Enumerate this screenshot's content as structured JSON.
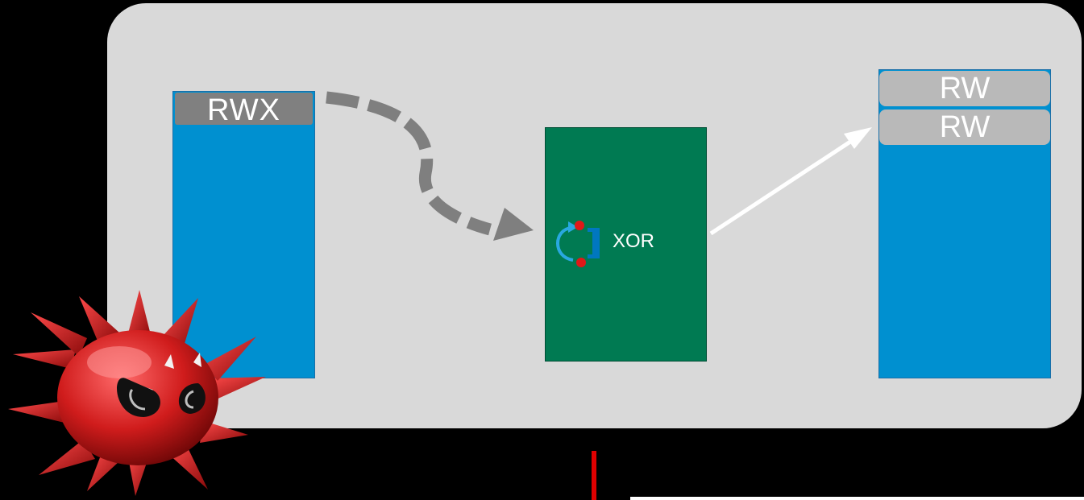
{
  "diagram": {
    "source_block": {
      "permission": "RWX"
    },
    "transform": {
      "label": "XOR",
      "icon": "xor-cycle-icon"
    },
    "target_block": {
      "permissions": [
        "RW",
        "RW"
      ]
    },
    "malware": {
      "icon": "malware-virus-icon"
    }
  },
  "colors": {
    "background": "#000000",
    "panel": "#d9d9d9",
    "memory_block": "#0090d0",
    "transform_block": "#007a52",
    "rwx_tag": "#808080",
    "rw_tag": "#b9b9b9",
    "dashed_arrow": "#7f7f7f",
    "solid_arrow": "#ffffff",
    "malware": "#c81e1e"
  }
}
